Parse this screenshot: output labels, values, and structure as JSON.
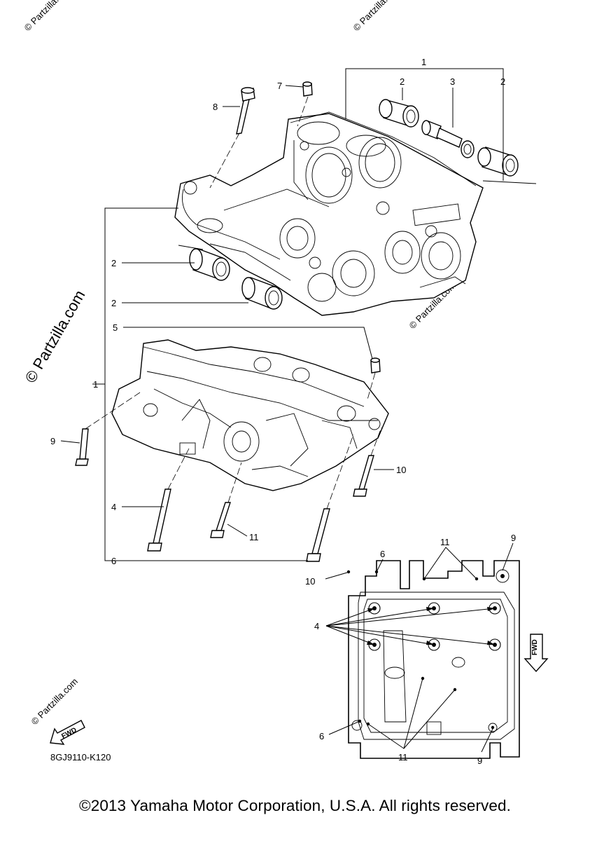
{
  "watermark": "© Partzilla.com",
  "diagram_code": "8GJ9110-K120",
  "copyright": "©2013 Yamaha Motor Corporation, U.S.A. All rights reserved.",
  "fwd_label": "FWD",
  "callouts": {
    "c1_top": "1",
    "c2_a": "2",
    "c3": "3",
    "c2_b": "2",
    "c7": "7",
    "c8": "8",
    "c2_left_a": "2",
    "c2_left_b": "2",
    "c5": "5",
    "c1_left": "1",
    "c9_left": "9",
    "c10_right": "10",
    "c4_left": "4",
    "c11_mid": "11",
    "c6_left": "6",
    "d6_top": "6",
    "d11_top": "11",
    "d9_top": "9",
    "d10": "10",
    "d4": "4",
    "d6_bottom": "6",
    "d11_bottom": "11",
    "d9_bottom": "9"
  }
}
